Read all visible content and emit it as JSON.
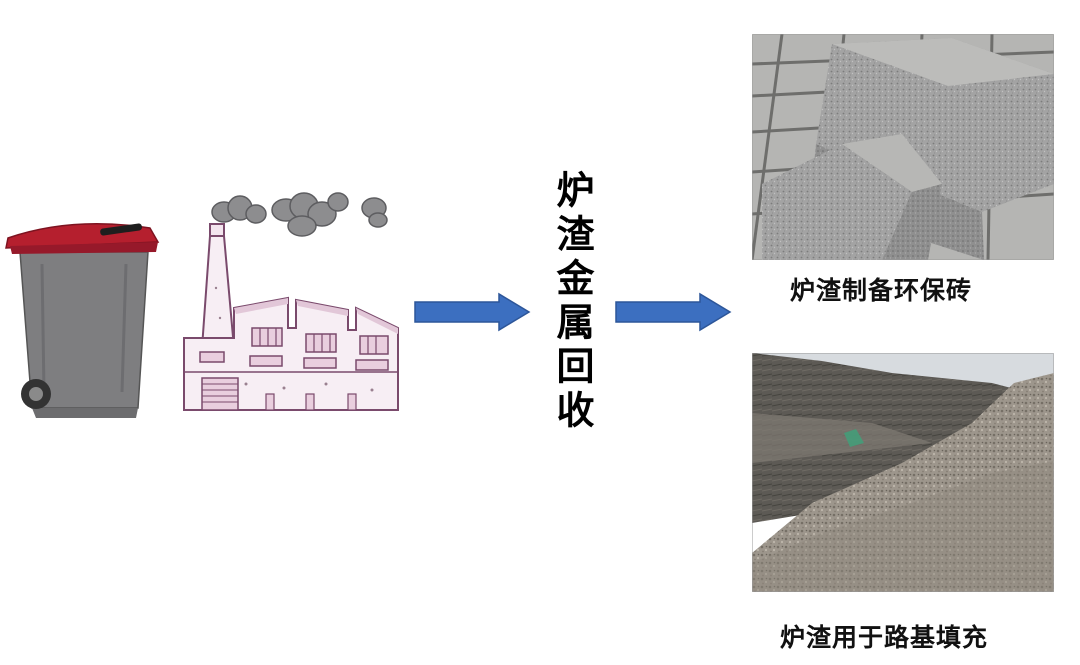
{
  "process_label": "炉渣金属回收",
  "outputs": [
    {
      "caption": "炉渣制备环保砖"
    },
    {
      "caption": "炉渣用于路基填充"
    }
  ],
  "colors": {
    "bin_lid": "#b51f2e",
    "bin_body": "#7e7e80",
    "arrow": "#3c6fc0",
    "factory_outline": "#7a4a6c"
  },
  "icons": [
    "trash-bin-icon",
    "factory-icon",
    "smoke-cloud-icon",
    "arrow-right-icon"
  ]
}
